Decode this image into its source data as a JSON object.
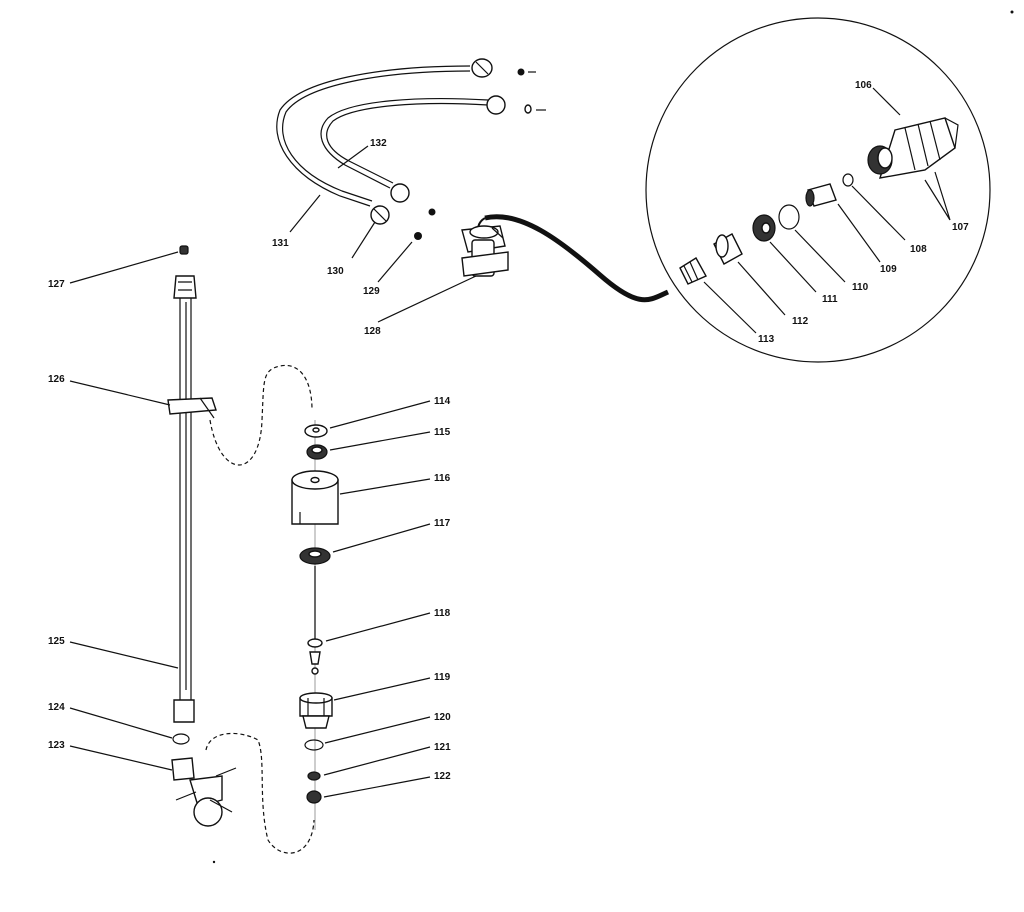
{
  "diagram": {
    "labels": {
      "p106": "106",
      "p107": "107",
      "p108": "108",
      "p109": "109",
      "p110": "110",
      "p111": "111",
      "p112": "112",
      "p113": "113",
      "p114": "114",
      "p115": "115",
      "p116": "116",
      "p117": "117",
      "p118": "118",
      "p119": "119",
      "p120": "120",
      "p121": "121",
      "p122": "122",
      "p123": "123",
      "p124": "124",
      "p125": "125",
      "p126": "126",
      "p127": "127",
      "p128": "128",
      "p129": "129",
      "p130": "130",
      "p131": "131",
      "p132": "132"
    }
  }
}
